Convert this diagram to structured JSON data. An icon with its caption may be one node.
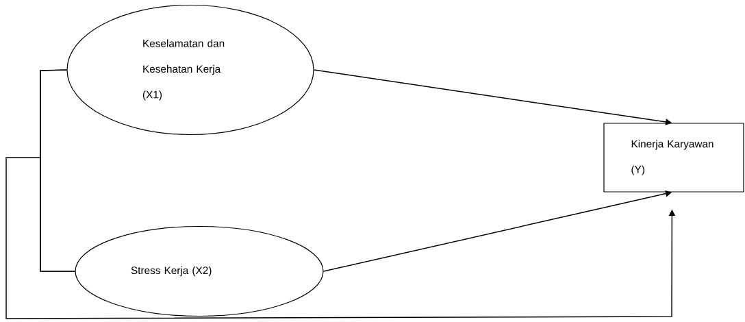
{
  "diagram": {
    "nodes": [
      {
        "text": [
          "Keselamatan dan Kesehatan Kerja (X1)"
        ]
      },
      {
        "text": [
          "Stress Kerja (X2)"
        ]
      },
      {
        "text": [
          "Kinerja Karyawan (Y)"
        ]
      }
    ],
    "edges": [
      {
        "from": 0,
        "to": 2,
        "arrow": "to"
      },
      {
        "from": 1,
        "to": 2,
        "arrow": "to"
      },
      {
        "from": 0,
        "to": 1,
        "arrow": "none"
      },
      {
        "from": 0,
        "to": 2,
        "arrow": "to"
      },
      {
        "from": 1,
        "to": 2,
        "arrow": "to"
      }
    ]
  }
}
